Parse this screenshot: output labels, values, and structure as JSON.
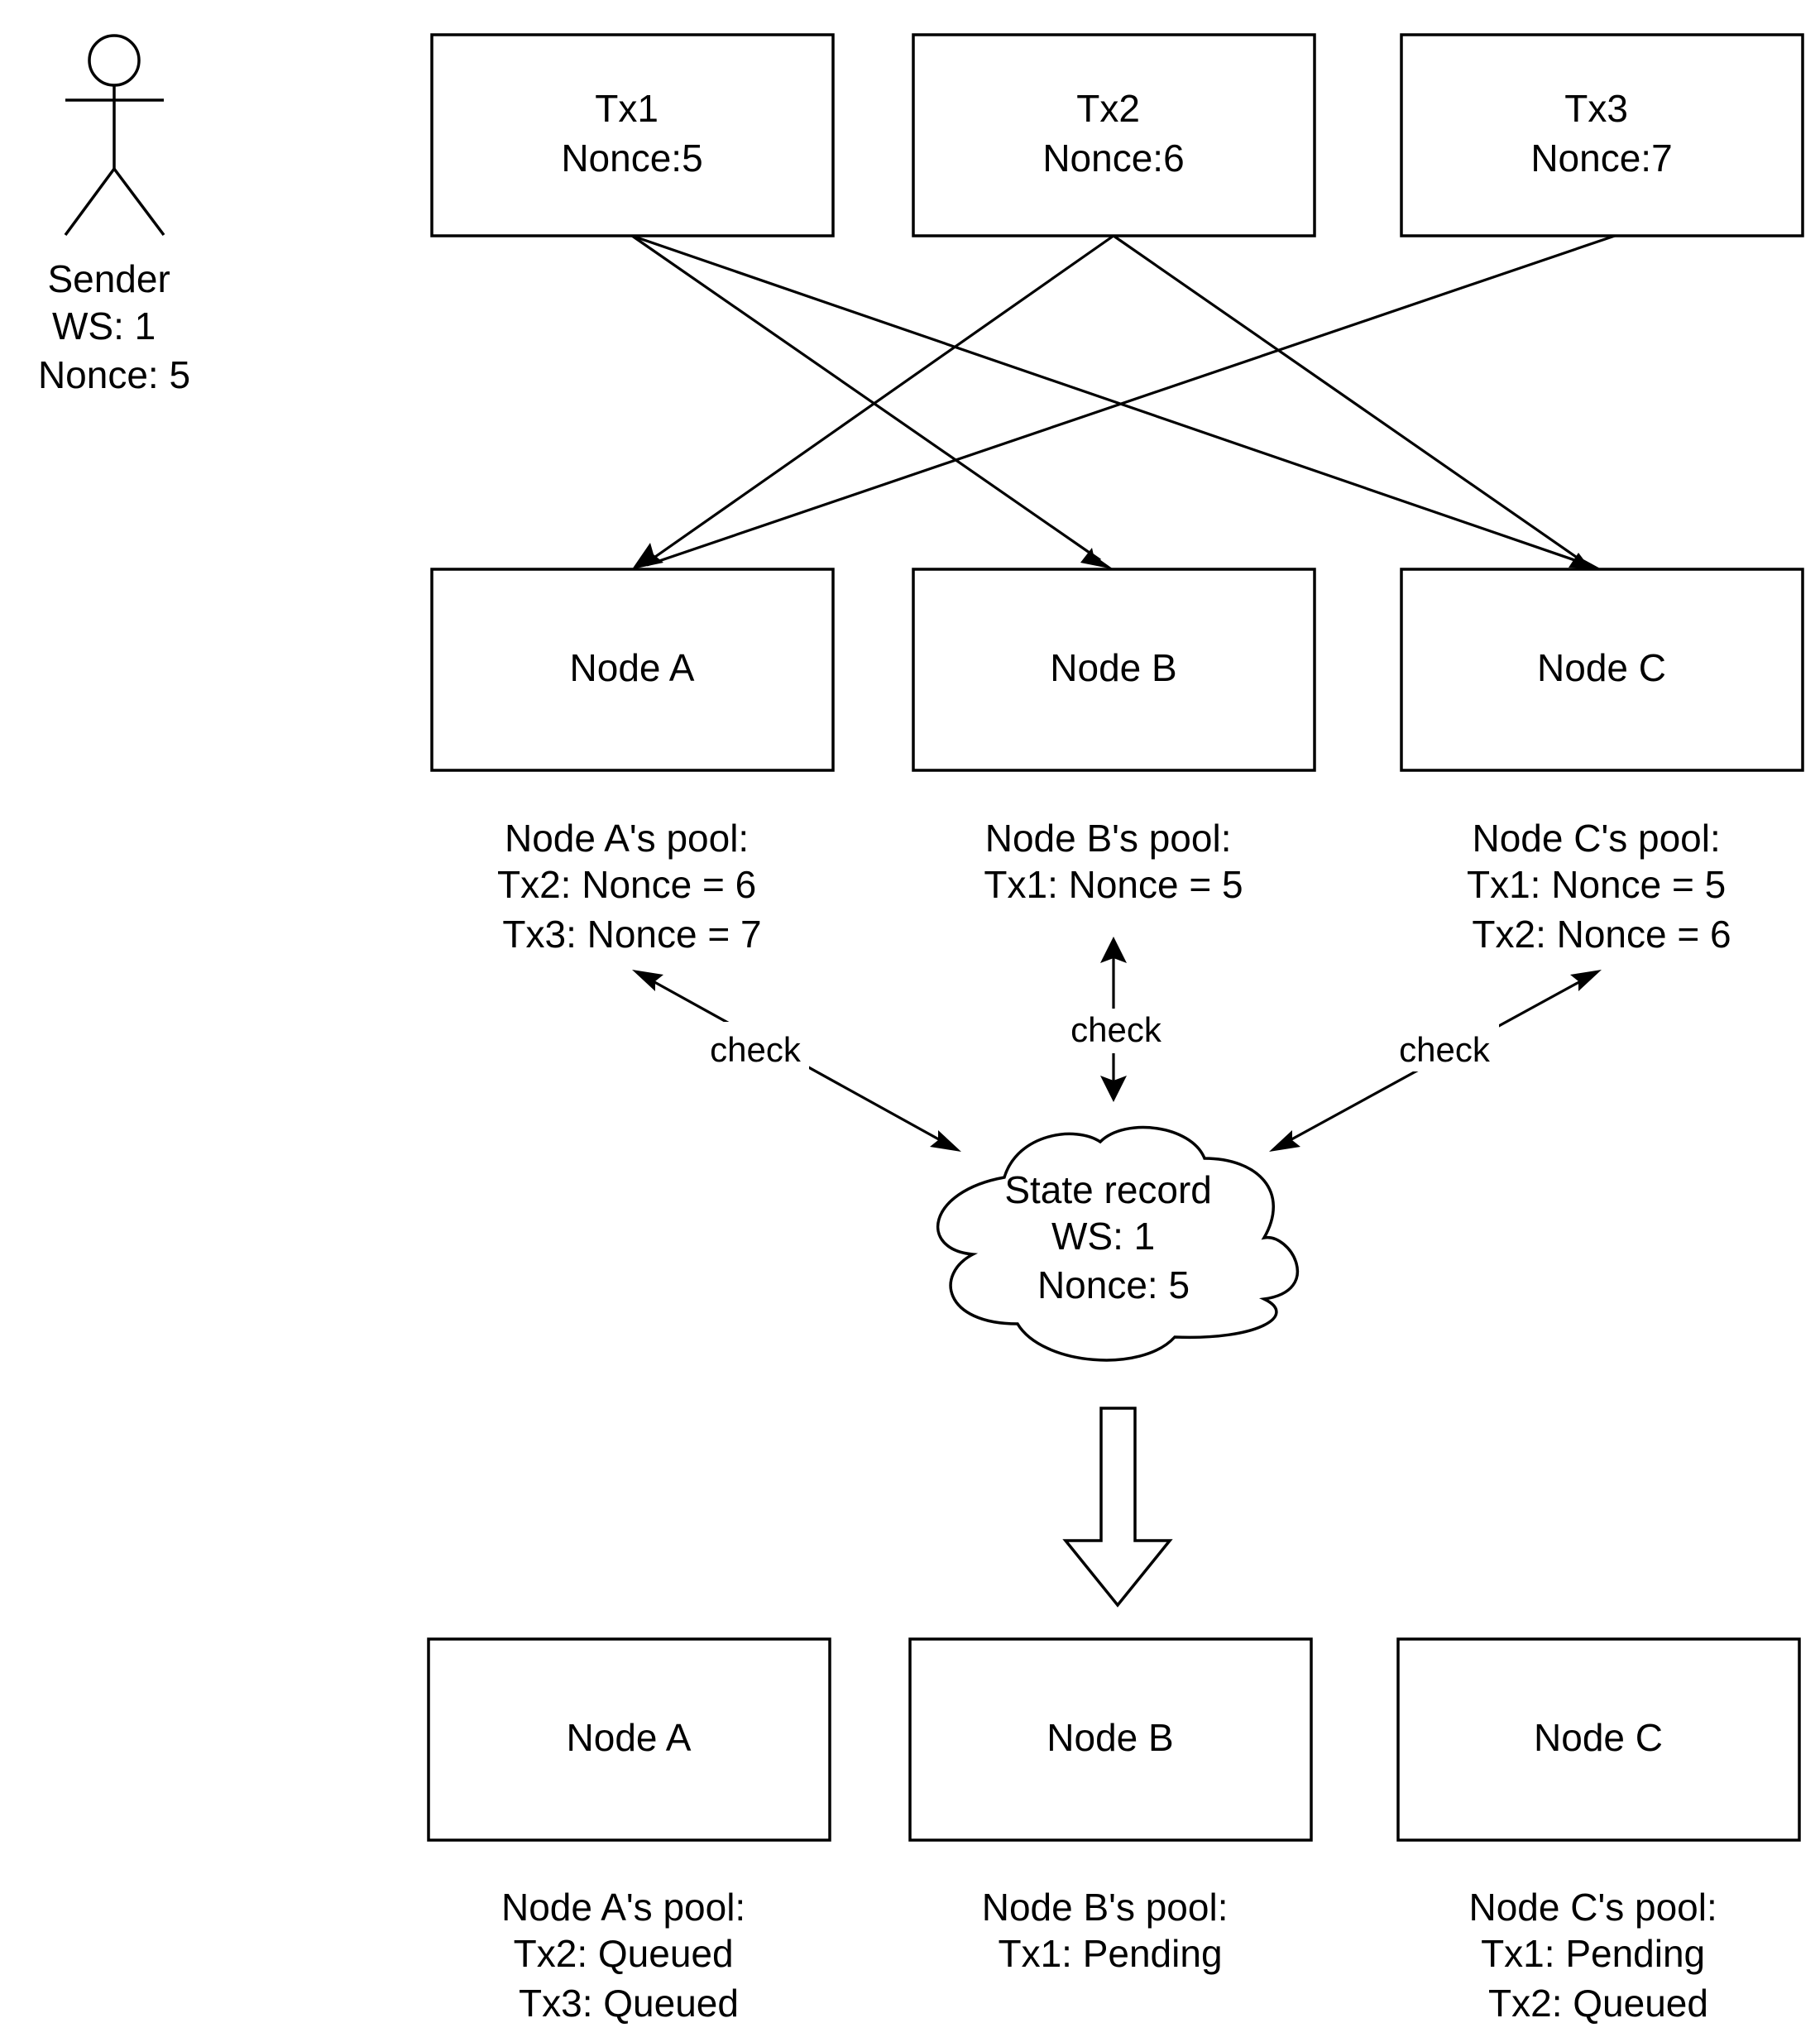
{
  "sender": {
    "lines": [
      "Sender",
      "WS: 1",
      "Nonce: 5"
    ]
  },
  "transactions": [
    {
      "lines": [
        "Tx1",
        "Nonce:5"
      ]
    },
    {
      "lines": [
        "Tx2",
        "Nonce:6"
      ]
    },
    {
      "lines": [
        "Tx3",
        "Nonce:7"
      ]
    }
  ],
  "nodes_top": [
    "Node A",
    "Node B",
    "Node C"
  ],
  "pools_top": [
    {
      "lines": [
        "Node A's pool:",
        "Tx2: Nonce = 6",
        "Tx3: Nonce = 7"
      ]
    },
    {
      "lines": [
        "Node B's pool:",
        "Tx1: Nonce = 5"
      ]
    },
    {
      "lines": [
        "Node C's pool:",
        "Tx1: Nonce = 5",
        "Tx2: Nonce = 6"
      ]
    }
  ],
  "check_label": "check",
  "state_record": {
    "lines": [
      "State record",
      "WS: 1",
      "Nonce: 5"
    ]
  },
  "nodes_bottom": [
    "Node A",
    "Node B",
    "Node C"
  ],
  "pools_bottom": [
    {
      "lines": [
        "Node A's pool:",
        "Tx2: Queued",
        "Tx3: Queued"
      ]
    },
    {
      "lines": [
        "Node B's pool:",
        "Tx1: Pending"
      ]
    },
    {
      "lines": [
        "Node C's pool:",
        "Tx1: Pending",
        "Tx2: Queued"
      ]
    }
  ]
}
